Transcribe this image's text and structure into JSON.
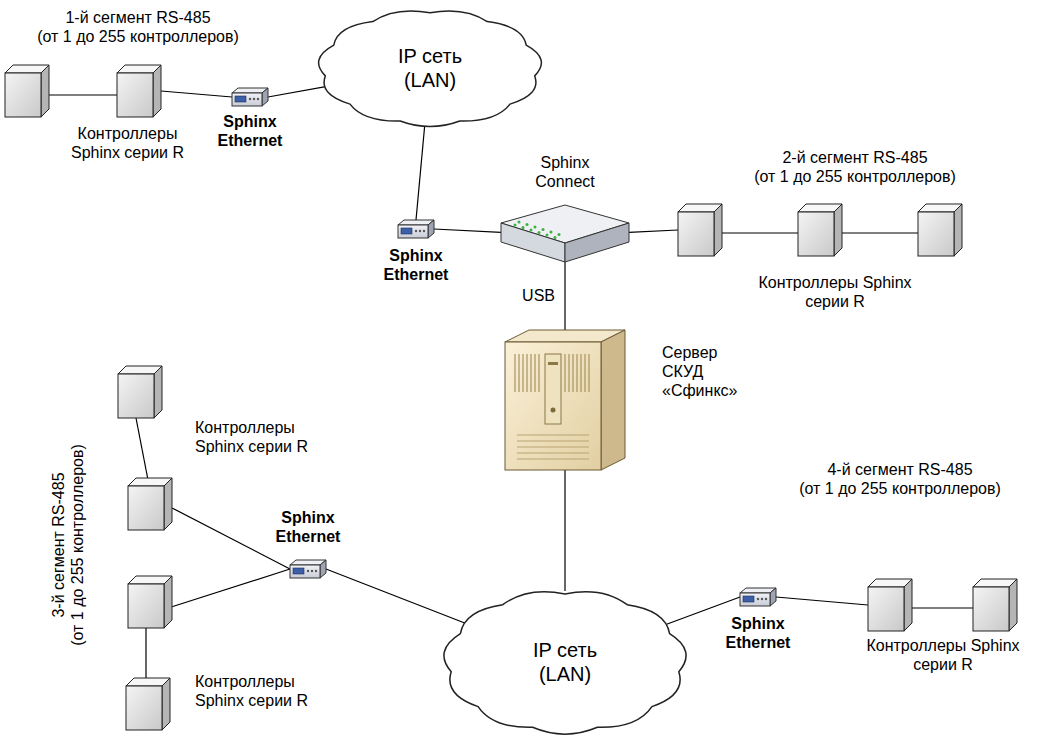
{
  "diagram": {
    "nodes": [
      {
        "text": [
          "Контроллеры Sphinx серии R"
        ]
      },
      {
        "text": [
          "Sphinx Ethernet"
        ]
      },
      {
        "text": [
          "IP сеть (LAN)"
        ]
      },
      {
        "text": [
          "Sphinx Ethernet"
        ]
      },
      {
        "text": [
          "Sphinx Connect"
        ]
      },
      {
        "text": [
          "Контроллеры Sphinx серии R"
        ]
      },
      {
        "text": [
          "Сервер СКУД «Сфинкс»"
        ]
      },
      {
        "text": [
          "Контроллеры Sphinx серии R"
        ]
      },
      {
        "text": [
          "Контроллеры Sphinx серии R"
        ]
      },
      {
        "text": [
          "Sphinx Ethernet"
        ]
      },
      {
        "text": [
          "IP сеть (LAN)"
        ]
      },
      {
        "text": [
          "Sphinx Ethernet"
        ]
      },
      {
        "text": [
          "Контроллеры Sphinx серии R"
        ]
      }
    ],
    "edges": [
      {
        "from": 0,
        "to": 1,
        "arrow": "none"
      },
      {
        "from": 1,
        "to": 2,
        "arrow": "none"
      },
      {
        "from": 2,
        "to": 3,
        "arrow": "none"
      },
      {
        "from": 3,
        "to": 4,
        "arrow": "none"
      },
      {
        "from": 4,
        "to": 5,
        "arrow": "none"
      },
      {
        "from": 4,
        "to": 6,
        "label": "USB",
        "arrow": "none"
      },
      {
        "from": 7,
        "to": 9,
        "arrow": "none"
      },
      {
        "from": 8,
        "to": 9,
        "arrow": "none"
      },
      {
        "from": 9,
        "to": 10,
        "arrow": "none"
      },
      {
        "from": 6,
        "to": 10,
        "arrow": "none"
      },
      {
        "from": 10,
        "to": 11,
        "arrow": "none"
      },
      {
        "from": 11,
        "to": 12,
        "arrow": "none"
      }
    ],
    "labels": [
      "1-й сегмент RS-485 (от 1 до 255 контроллеров)",
      "2-й сегмент RS-485 (от 1 до 255 контроллеров)",
      "3-й сегмент RS-485 (от 1 до 255 контроллеров)",
      "4-й сегмент RS-485 (от 1 до 255 контроллеров)"
    ]
  }
}
